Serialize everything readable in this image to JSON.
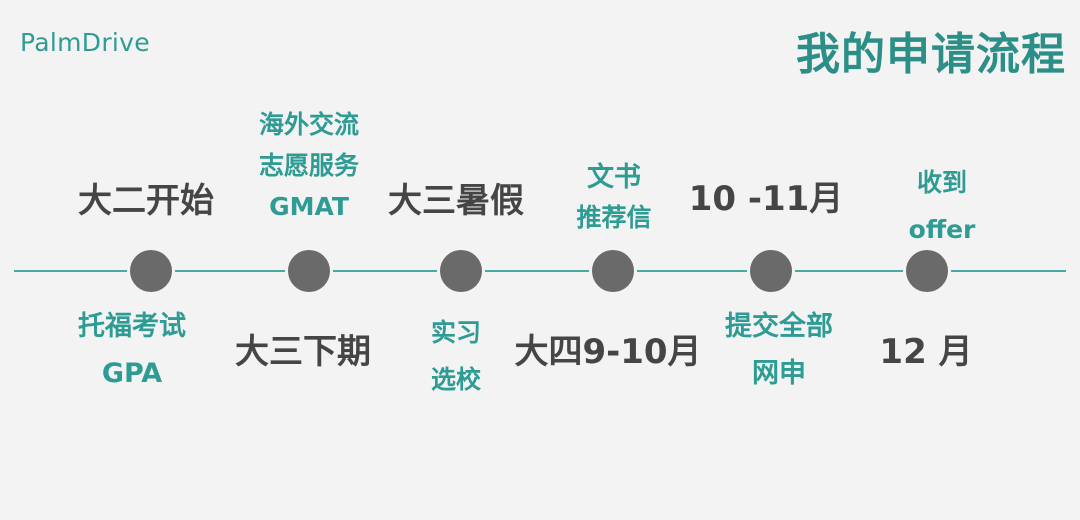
{
  "brand": {
    "logo_text": "PalmDrive"
  },
  "header": {
    "title": "我的申请流程"
  },
  "timeline": {
    "stages": [
      {
        "above": [
          "大二开始"
        ],
        "below": [
          "托福考试",
          "GPA"
        ]
      },
      {
        "above": [
          "海外交流",
          "志愿服务",
          "GMAT"
        ],
        "below": [
          "大三下期"
        ]
      },
      {
        "above": [
          "大三暑假"
        ],
        "below": [
          "实习",
          "选校"
        ]
      },
      {
        "above": [
          "文书",
          "推荐信"
        ],
        "below": [
          "大四9-10月"
        ]
      },
      {
        "above": [
          "10 -11月"
        ],
        "below": [
          "提交全部",
          "网申"
        ]
      },
      {
        "above": [
          "收到",
          "offer"
        ],
        "below": [
          "12 月"
        ]
      }
    ]
  },
  "colors": {
    "accent": "#2e9c94",
    "title": "#2b8f88",
    "node": "#6a6a6a",
    "dark_text": "#454545",
    "background": "#f3f3f3"
  }
}
